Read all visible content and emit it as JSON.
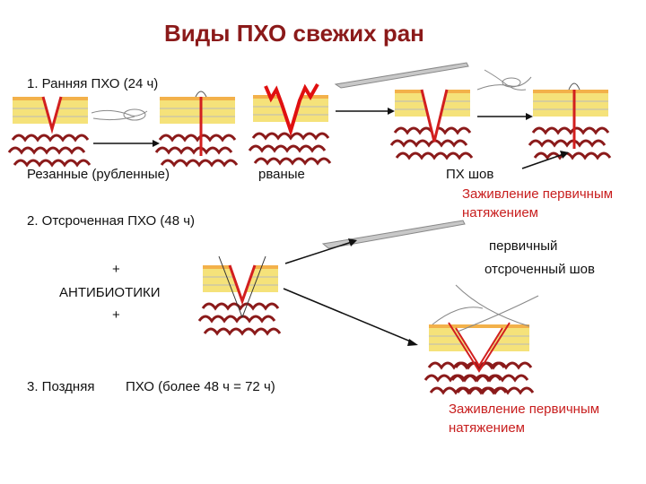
{
  "title": "Виды ПХО свежих ран",
  "section1": {
    "heading": "1. Ранняя ПХО  (24 ч)",
    "label_cut": "Резанные (рубленные)",
    "label_torn": "рваные",
    "label_suture": "ПХ шов",
    "result_line1": "Заживление первичным",
    "result_line2": "натяжением"
  },
  "section2": {
    "heading": "2. Отсроченная ПХО (48 ч)",
    "plus_top": "+",
    "antibiotics": "АНТИБИОТИКИ",
    "plus_bottom": "+",
    "delayed_line1": "первичный",
    "delayed_line2": "отсроченный шов"
  },
  "section3": {
    "heading_a": "3. Поздняя",
    "heading_b": "ПХО (более 48 ч =  72 ч)",
    "result_line1": "Заживление первичным",
    "result_line2": "натяжением"
  },
  "colors": {
    "title": "#8b1a1a",
    "accent_red": "#c81e1e",
    "skin": "#f5e27a",
    "muscle": "#8b1a1a"
  }
}
